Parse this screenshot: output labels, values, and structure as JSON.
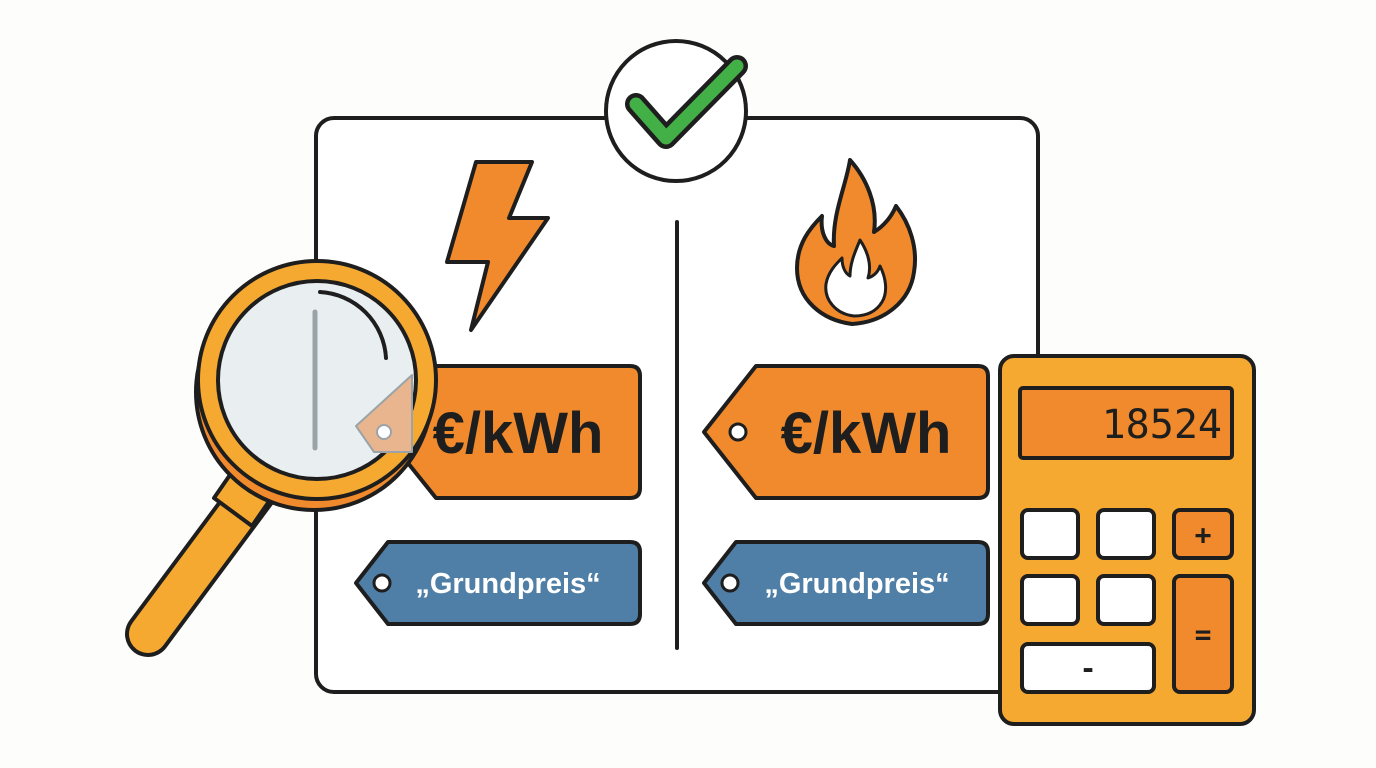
{
  "colors": {
    "orange": "#f08a2c",
    "amber": "#f6a931",
    "blue": "#4f7fa6",
    "green": "#43b047",
    "outline": "#1e1e1e",
    "glass": "#e9eef0",
    "white": "#ffffff"
  },
  "icons": {
    "electricity": "lightning-bolt-icon",
    "gas": "flame-icon",
    "approved": "check-mark-icon",
    "search": "magnifying-glass-icon",
    "calculator": "calculator-icon"
  },
  "electricity": {
    "price_tag": "€/kWh",
    "base_tag": "„Grundpreis“"
  },
  "gas": {
    "price_tag": "€/kWh",
    "base_tag": "„Grundpreis“"
  },
  "calculator": {
    "display": "18524",
    "keys": {
      "plus": "+",
      "equals": "=",
      "minus": "-"
    }
  }
}
